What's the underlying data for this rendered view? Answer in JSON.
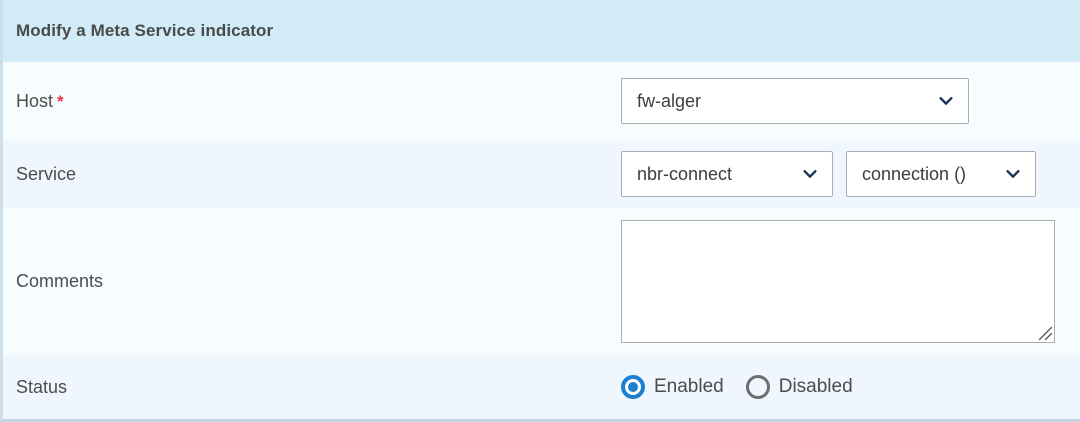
{
  "panel": {
    "title": "Modify a Meta Service indicator",
    "header_bg": "#d1ebf7",
    "row_bg_a": "#f7fcfe",
    "row_bg_b": "#eff6fd",
    "accent_blue": "#1c7fd0",
    "required_marker": "*",
    "required_color": "#e8323c"
  },
  "fields": {
    "host": {
      "label": "Host",
      "required_marker": "*",
      "select": {
        "value": "fw-alger",
        "icon": "chevron-down-icon"
      }
    },
    "service": {
      "label": "Service",
      "select_service": {
        "value": "nbr-connect",
        "icon": "chevron-down-icon"
      },
      "select_instance": {
        "value": "connection ()",
        "icon": "chevron-down-icon"
      }
    },
    "comments": {
      "label": "Comments",
      "value": "",
      "placeholder": "",
      "resize_icon": "resize-grip-icon"
    },
    "status": {
      "label": "Status",
      "options": [
        {
          "label": "Enabled",
          "selected": true
        },
        {
          "label": "Disabled",
          "selected": false
        }
      ]
    }
  }
}
